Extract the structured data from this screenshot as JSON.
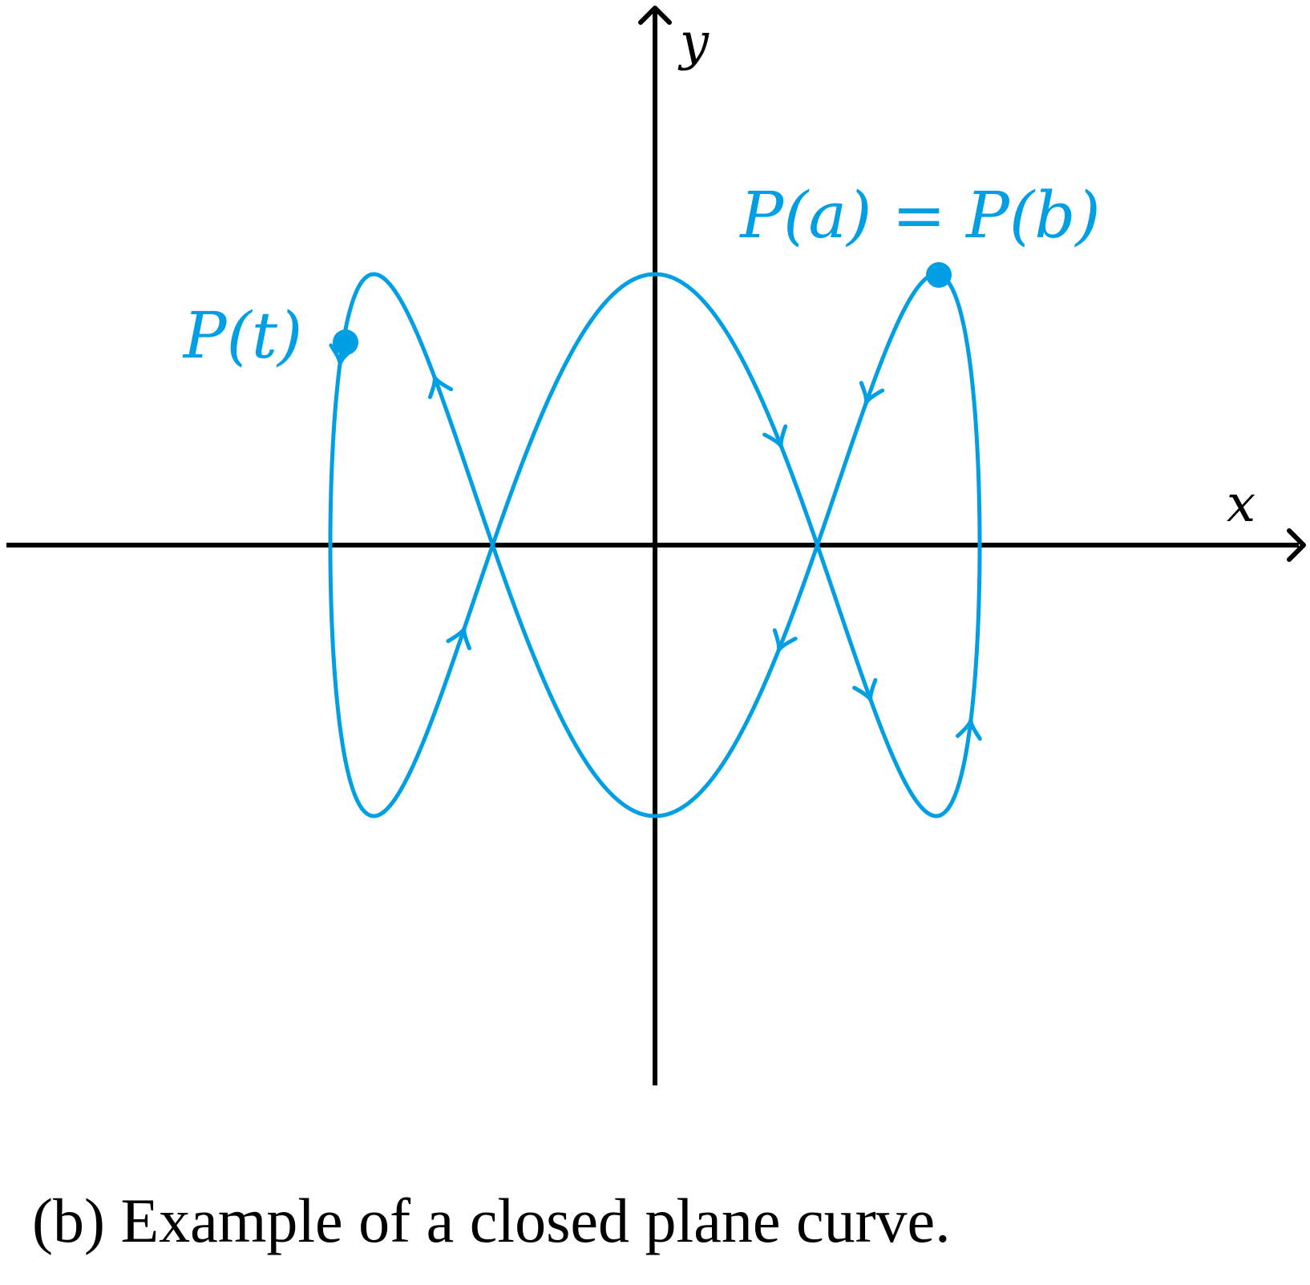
{
  "figure": {
    "caption": "(b) Example of a closed plane curve.",
    "x_axis_label": "x",
    "y_axis_label": "y",
    "point_start_end_label": "P(a) = P(b)",
    "point_moving_label": "P(t)",
    "curve_color": "#009fe3",
    "axis_color": "#000000"
  }
}
